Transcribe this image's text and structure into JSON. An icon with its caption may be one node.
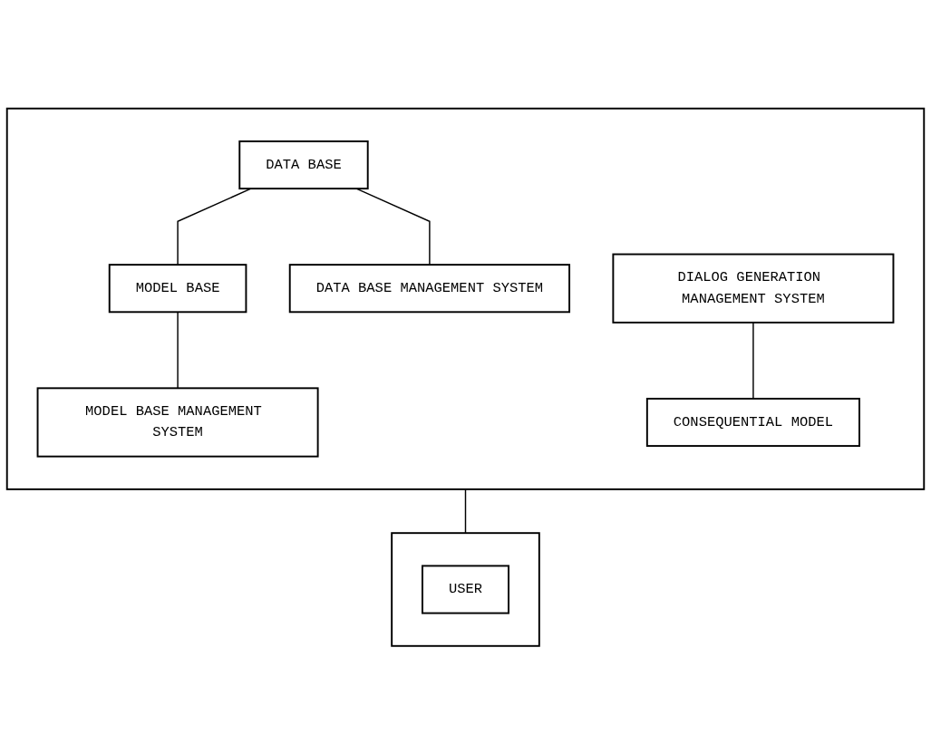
{
  "diagram": {
    "nodes": [
      {
        "text": [],
        "shape": "box"
      },
      {
        "text": [
          "DATA BASE"
        ],
        "in": 0
      },
      {
        "text": [
          "MODEL BASE"
        ],
        "in": 0
      },
      {
        "text": [
          "DATA BASE MANAGEMENT SYSTEM"
        ],
        "in": 0
      },
      {
        "text": [
          "MODEL BASE MANAGEMENT SYSTEM"
        ],
        "in": 0
      },
      {
        "text": [
          "DIALOG GENERATION MANAGEMENT SYSTEM"
        ],
        "in": 0
      },
      {
        "text": [
          "CONSEQUENTIAL MODEL"
        ],
        "in": 0
      },
      {
        "text": [],
        "shape": "box"
      },
      {
        "text": [
          "USER"
        ],
        "in": 7
      }
    ],
    "edges": [
      {
        "from": 1,
        "to": 2,
        "arrow": "none"
      },
      {
        "from": 1,
        "to": 3,
        "arrow": "none"
      },
      {
        "from": 2,
        "to": 4,
        "arrow": "none"
      },
      {
        "from": 5,
        "to": 6,
        "arrow": "none"
      },
      {
        "from": 0,
        "to": 7,
        "arrow": "none"
      }
    ]
  }
}
